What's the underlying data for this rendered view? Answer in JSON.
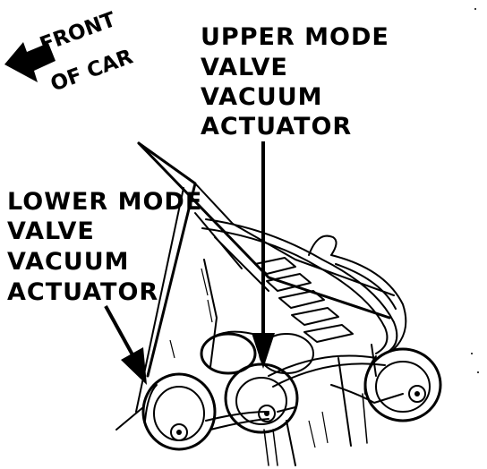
{
  "labels": {
    "front_line1": "FRONT",
    "front_line2": "OF CAR",
    "upper_line1": "UPPER MODE",
    "upper_line2": "VALVE",
    "upper_line3": "VACUUM",
    "upper_line4": "ACTUATOR",
    "lower_line1": "LOWER MODE",
    "lower_line2": "VALVE",
    "lower_line3": "VACUUM",
    "lower_line4": "ACTUATOR"
  },
  "colors": {
    "ink": "#000000",
    "paper": "#ffffff"
  },
  "icons": {
    "direction": "front-arrow-icon"
  }
}
